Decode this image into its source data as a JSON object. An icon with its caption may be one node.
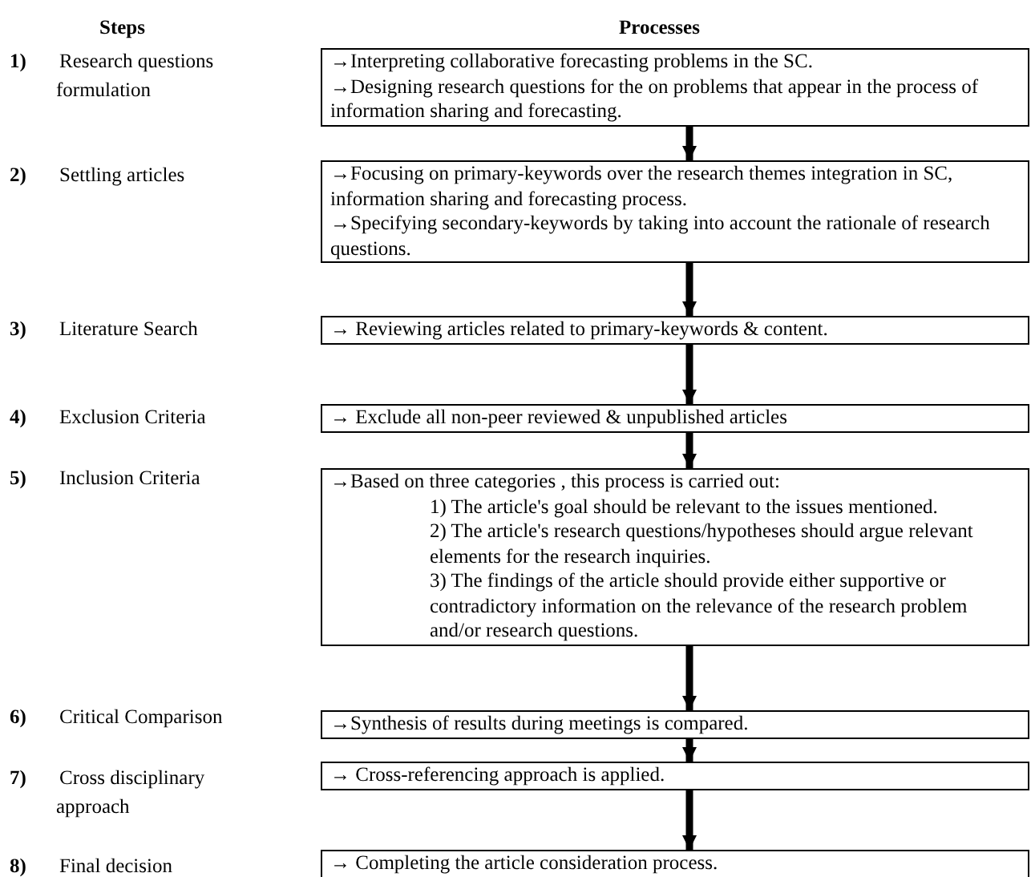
{
  "diagram": {
    "nodes": [
      {
        "text": [
          "→Interpreting collaborative forecasting problems in the SC.",
          "→Designing research questions for the on problems that appear in the process of information sharing and forecasting."
        ]
      },
      {
        "text": [
          "→Focusing on primary-keywords over the research themes integration in SC, information sharing and forecasting process.",
          "→Specifying secondary-keywords by taking into account the rationale of research questions."
        ]
      },
      {
        "text": [
          "→ Reviewing articles related to primary-keywords & content."
        ]
      },
      {
        "text": [
          "→ Exclude all non-peer reviewed & unpublished articles"
        ]
      },
      {
        "text": [
          "→Based on three categories , this process is carried out:",
          "1) The article's goal should be relevant to the issues mentioned.",
          "2) The article's research questions/hypotheses should argue relevant elements for the research inquiries.",
          "3) The findings of the article should provide either supportive or contradictory information on the relevance of the research problem and/or research questions."
        ]
      },
      {
        "text": [
          "→Synthesis of results during meetings is compared."
        ]
      },
      {
        "text": [
          "→ Cross-referencing approach is applied."
        ]
      },
      {
        "text": [
          "→ Completing the article consideration process."
        ]
      }
    ],
    "edges": [
      {
        "from": 0,
        "to": 1,
        "arrow": "to"
      },
      {
        "from": 1,
        "to": 2,
        "arrow": "to"
      },
      {
        "from": 2,
        "to": 3,
        "arrow": "to"
      },
      {
        "from": 3,
        "to": 4,
        "arrow": "to"
      },
      {
        "from": 4,
        "to": 5,
        "arrow": "to"
      },
      {
        "from": 5,
        "to": 6,
        "arrow": "to"
      },
      {
        "from": 6,
        "to": 7,
        "arrow": "to"
      }
    ],
    "labels": [
      "Steps",
      "Processes",
      "1)",
      "Research questions formulation",
      "2)",
      "Settling articles",
      "3)",
      "Literature Search",
      "4)",
      "Exclusion Criteria",
      "5)",
      "Inclusion Criteria",
      "6)",
      "Critical Comparison",
      "7)",
      "Cross disciplinary approach",
      "8)",
      "Final decision"
    ]
  }
}
